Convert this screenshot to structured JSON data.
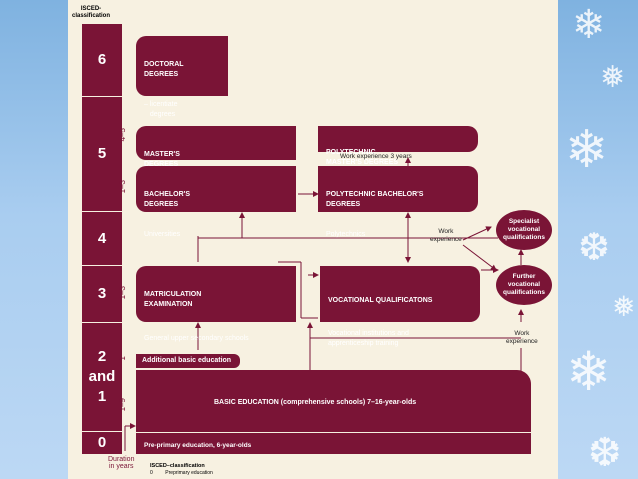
{
  "header": {
    "isced": "ISCED-\nclassification"
  },
  "levels": [
    {
      "label": "6"
    },
    {
      "label": "5"
    },
    {
      "label": "4"
    },
    {
      "label": "3"
    },
    {
      "label": "2\nand\n1"
    },
    {
      "label": "0"
    }
  ],
  "durations": {
    "masters": "4–5",
    "bachelors": "1–3",
    "upper_secondary": "1–3",
    "additional": "1",
    "basic": "1–9"
  },
  "boxes": {
    "doctoral": {
      "title": "DOCTORAL\nDEGREES",
      "sub": "– licentiate\n   degrees"
    },
    "masters": {
      "title": "MASTER'S\nDEGREES"
    },
    "poly_masters": {
      "title": "POLYTECHNIC\nMASTER'S DEGREES"
    },
    "work3": "Work experience 3 years",
    "bachelors": {
      "title": "BACHELOR'S\nDEGREES",
      "sub": "Universities"
    },
    "poly_bachelors": {
      "title": "POLYTECHNIC BACHELOR'S\nDEGREES",
      "sub": "Polytechnics"
    },
    "matric": {
      "title": "MATRICULATION\nEXAMINATION",
      "sub": "General upper secondary schools"
    },
    "vocational": {
      "title": "VOCATIONAL QUALIFICATONS",
      "sub": "Vocational institutions and\napprenticeship training"
    },
    "additional": "Additional basic education",
    "basic": "BASIC EDUCATION (comprehensive schools) 7–16-year-olds",
    "preprimary": "Pre-primary education, 6-year-olds"
  },
  "ovals": {
    "specialist": "Specialist\nvocational\nqualifications",
    "further": "Further\nvocational\nqualifications"
  },
  "notes": {
    "work_exp_1": "Work\nexperience",
    "work_exp_2": "Work\nexperience"
  },
  "footer": {
    "duration": "Duration\nin years",
    "legend_title": "ISCED–classification",
    "legend_item": "0         Preprimary education"
  }
}
